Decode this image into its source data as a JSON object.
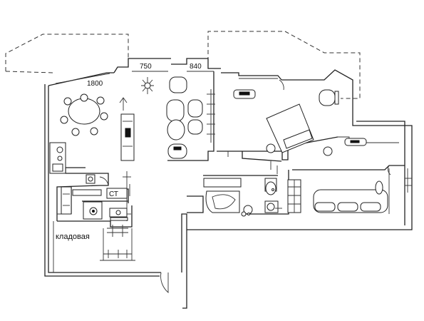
{
  "plan": {
    "dimensions": {
      "d1800": "1800",
      "d750": "750",
      "d840": "840"
    },
    "rooms": {
      "storage": "кладовая"
    },
    "equipment": {
      "ct": "СТ"
    }
  }
}
